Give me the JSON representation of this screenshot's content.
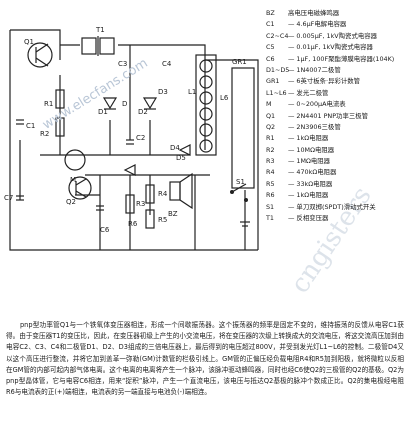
{
  "diagram": {
    "component_labels": [
      "Q1",
      "R1",
      "D",
      "C1",
      "D1",
      "D2",
      "D3",
      "C2",
      "C3",
      "C4",
      "R2",
      "L1",
      "M",
      "D4",
      "D5",
      "R3",
      "Q2",
      "C7",
      "C6",
      "R4",
      "R5",
      "R6",
      "S1",
      "BZ",
      "T1",
      "GR1",
      "L6"
    ],
    "watermark": "www.elecfans.com",
    "watermark2": "cngisters"
  },
  "legend": [
    {
      "code": "BZ",
      "text": "高电压电磁蜂鸣器"
    },
    {
      "code": "C1",
      "text": "— 4.6μF电解电容器"
    },
    {
      "code": "C2~C4",
      "text": "— 0.005μF, 1kV陶瓷式电容器"
    },
    {
      "code": "C5",
      "text": "— 0.01μF, 1kV陶瓷式电容器"
    },
    {
      "code": "C6",
      "text": "— 1μF, 100F聚酯薄膜电容器(104K)"
    },
    {
      "code": "D1~D5",
      "text": "— 1N4007二极管"
    },
    {
      "code": "GR1",
      "text": "— 6英寸板条·异彩计数管"
    },
    {
      "code": "L1~L6",
      "text": "— 发光二极管"
    },
    {
      "code": "M",
      "text": "— 0~200μA电流表"
    },
    {
      "code": "Q1",
      "text": "— 2N4401 PNP功率三极管"
    },
    {
      "code": "Q2",
      "text": "— 2N3906三极管"
    },
    {
      "code": "R1",
      "text": "— 1kΩ电阻器"
    },
    {
      "code": "R2",
      "text": "— 10MΩ电阻器"
    },
    {
      "code": "R3",
      "text": "— 1MΩ电阻器"
    },
    {
      "code": "R4",
      "text": "— 470kΩ电阻器"
    },
    {
      "code": "R5",
      "text": "— 33kΩ电阻器"
    },
    {
      "code": "R6",
      "text": "— 1kΩ电阻器"
    },
    {
      "code": "S1",
      "text": "— 单刀双掷(SPDT)滑动式开关"
    },
    {
      "code": "T1",
      "text": "— 反相变压器"
    }
  ],
  "body_text": "pnp型功率管Q1与一个铁氧体变压器相连，形成一个间歇振荡器。这个振荡器的频率是固定不变的，维持振荡的反馈从电容C1获得。由于变压器T1的变压比，因此，在变压器初级上产生的小交流电压，将在变压器的次级上转换成大的交流电压，将这交流高压加到由电容C2、C3、C4和二极管D1、D2、D3组成的三倍电压器上，最后得到的电压超过800V，并受到发光灯L1~L6的控制。二极管D4又以这个高压进行整流，并将它加到盖革一弥勒(GM)计数管的栏极引线上。GM管的正偏压经负载电阻R4和R5加到阳极，就将微粒以反相在GM管的内部可起内部气体电离。这个电离的电离将产生一个脉冲，该脉冲驱动蜂鸣器，同时也经C6使Q2的三极管的Q2的基极。Q2为pnp型晶体管，它与电容C6相连，用来“捉积”脉冲，产生一个直流电压，该电压与抵达Q2基极的脉冲个数成正比。Q2的集电极经电阻R6与电流表的正(+)端相连，电流表的另一端直接与电池负(-)端相连。"
}
